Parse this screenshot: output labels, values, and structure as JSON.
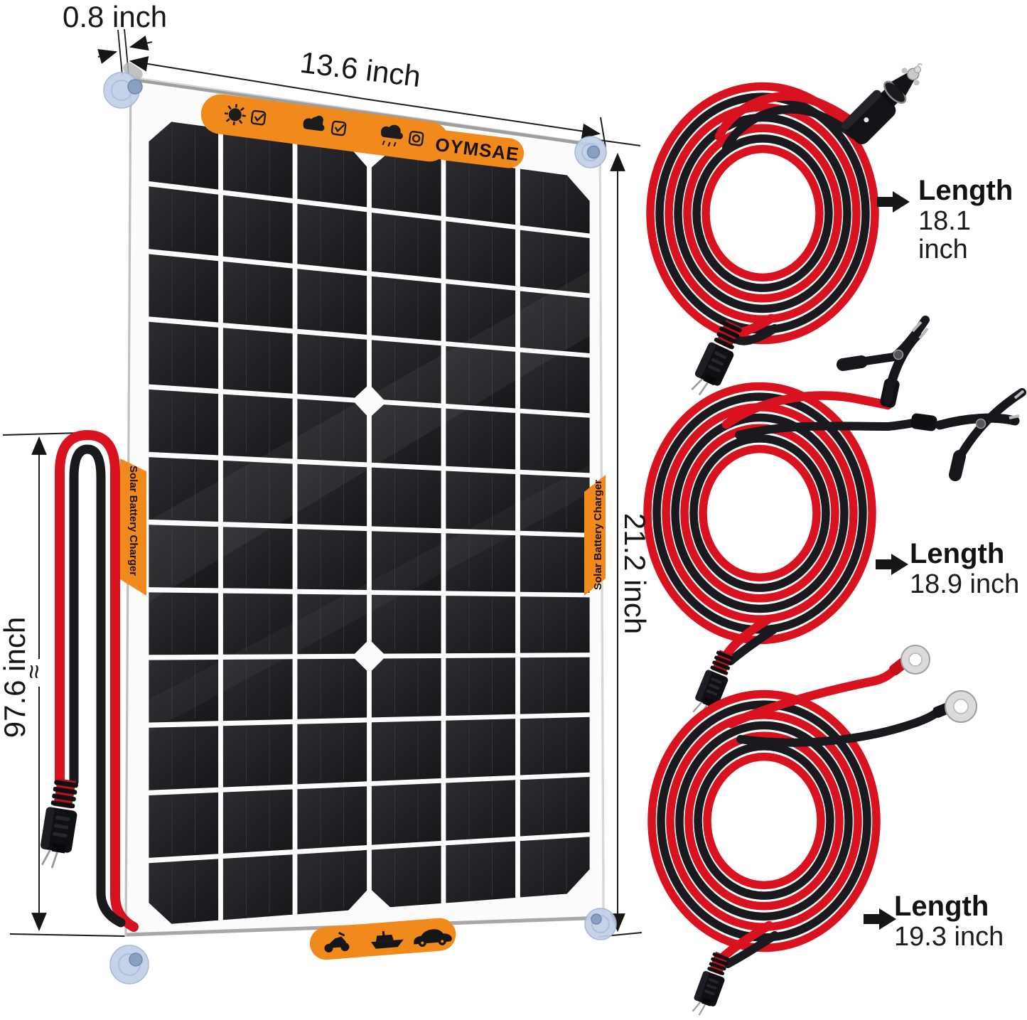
{
  "annotations": {
    "edge_width": "0.8 inch",
    "panel_width": "13.6 inch",
    "panel_height": "21.2 inch",
    "cable_length": "97.6 inch",
    "approx_symbol": "≈"
  },
  "panel": {
    "brand": "OYMSAE",
    "side_label": "Solar Battery Charger",
    "weather_icons": [
      "sunny",
      "partly-cloudy",
      "rainy"
    ],
    "vehicle_icons": [
      "motorcycle",
      "boat",
      "car"
    ]
  },
  "cables": [
    {
      "name": "cigarette-lighter-adapter-cable",
      "label": "Length",
      "value": "18.1 inch"
    },
    {
      "name": "alligator-clip-cable",
      "label": "Length",
      "value": "18.9 inch"
    },
    {
      "name": "ring-terminal-cable",
      "label": "Length",
      "value": "19.3 inch"
    }
  ],
  "colors": {
    "accent_orange": "#F18A1D",
    "wire_red": "#D8131F",
    "wire_black": "#1A1A1E",
    "suction_blue": "#C2CFE6"
  }
}
